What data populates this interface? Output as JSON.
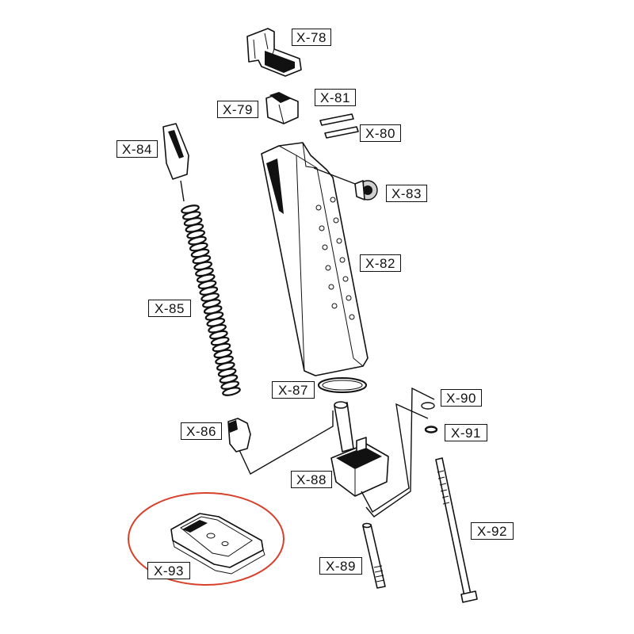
{
  "labels": {
    "x78": "X-78",
    "x79": "X-79",
    "x80": "X-80",
    "x81": "X-81",
    "x82": "X-82",
    "x83": "X-83",
    "x84": "X-84",
    "x85": "X-85",
    "x86": "X-86",
    "x87": "X-87",
    "x88": "X-88",
    "x89": "X-89",
    "x90": "X-90",
    "x91": "X-91",
    "x92": "X-92",
    "x93": "X-93"
  },
  "colors": {
    "line": "#111111",
    "highlight_ring": "#d9402b",
    "background": "#ffffff"
  }
}
